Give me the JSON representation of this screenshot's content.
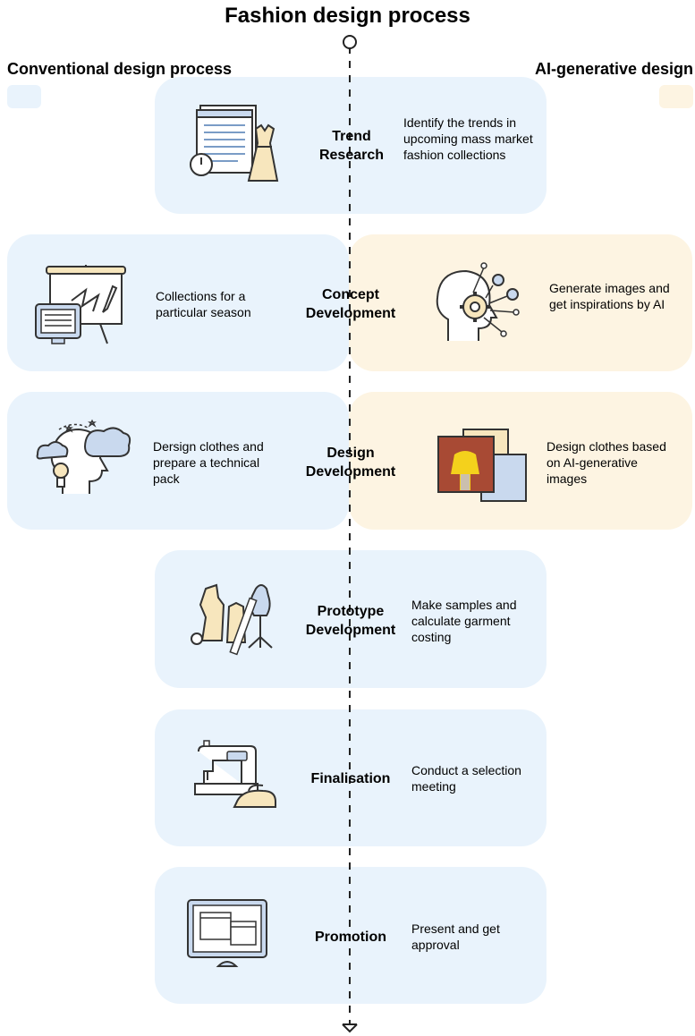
{
  "title": "Fashion design process",
  "legend": {
    "conventional": "Conventional design process",
    "ai": "AI-generative design",
    "conventional_color": "#e9f3fc",
    "ai_color": "#fdf4e2"
  },
  "stages": [
    {
      "title_line1": "Trend",
      "title_line2": "Research",
      "desc": "Identify the trends in upcoming mass market fashion collections",
      "icon": "trend-research-icon"
    },
    {
      "title_line1": "Concept",
      "title_line2": "Development",
      "conventional_desc": "Collections for a particular season",
      "ai_desc": "Generate images and get inspirations by AI",
      "conventional_icon": "presentation-board-icon",
      "ai_icon": "ai-head-gears-icon"
    },
    {
      "title_line1": "Design",
      "title_line2": "Development",
      "conventional_desc": "Dersign clothes and prepare a technical pack",
      "ai_desc": "Design clothes based on AI-generative images",
      "conventional_icon": "thinking-head-icon",
      "ai_icon": "ai-images-icon"
    },
    {
      "title_line1": "Prototype",
      "title_line2": "Development",
      "desc": "Make samples and calculate garment costing",
      "icon": "pattern-mannequin-icon"
    },
    {
      "title_line1": "Finalisation",
      "title_line2": "",
      "desc": "Conduct a selection meeting",
      "icon": "sewing-machine-iron-icon"
    },
    {
      "title_line1": "Promotion",
      "title_line2": "",
      "desc": "Present and get approval",
      "icon": "monitor-icon"
    }
  ]
}
